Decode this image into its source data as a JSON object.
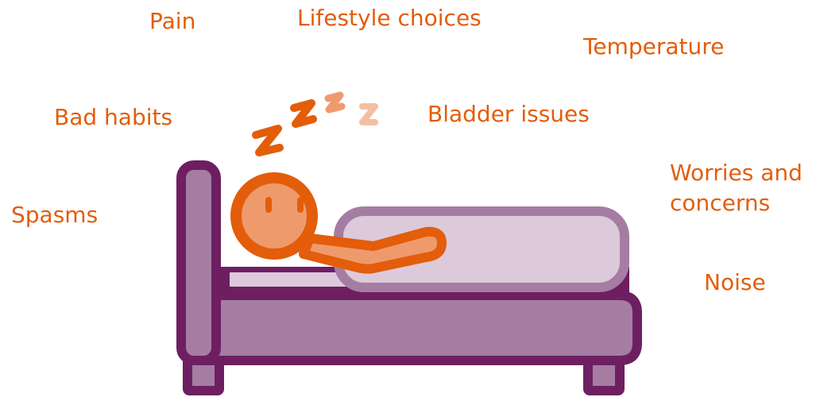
{
  "factors": {
    "pain": "Pain",
    "lifestyle": "Lifestyle choices",
    "temperature": "Temperature",
    "bad_habits": "Bad habits",
    "bladder": "Bladder issues",
    "worries": "Worries and concerns",
    "spasms": "Spasms",
    "noise": "Noise"
  },
  "illustration": {
    "sleep_letters": [
      "z",
      "z",
      "z",
      "z"
    ]
  },
  "colors": {
    "text_orange": "#e35d0a",
    "bed_dark": "#6e1f62",
    "bed_light": "#a57da3",
    "blanket": "#dccadb",
    "blanket_edge": "#a57da3",
    "pillow": "#dccadb",
    "person_fill": "#ef9a6c",
    "person_outline": "#e35d0a",
    "z_dark": "#e35d0a",
    "z_mid": "#ef9a6c",
    "z_light": "#f2c0a1"
  }
}
